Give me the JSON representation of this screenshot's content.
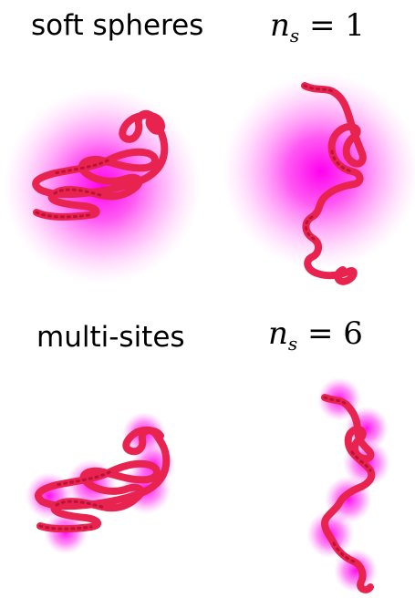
{
  "top_row": {
    "label": "soft spheres",
    "ns_symbol": "n",
    "ns_subscript": "s",
    "ns_value": "= 1"
  },
  "bottom_row": {
    "label": "multi-sites",
    "ns_symbol": "n",
    "ns_subscript": "s",
    "ns_value": "= 6"
  },
  "colors": {
    "blob": "#ff00ee",
    "chain": "#e8234f",
    "chain_dark": "#b81337"
  }
}
